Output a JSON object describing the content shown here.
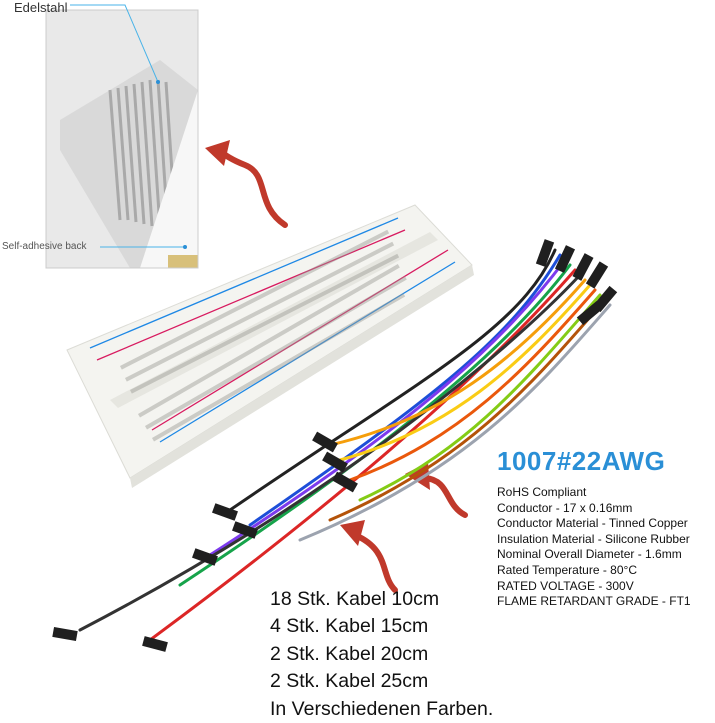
{
  "inset": {
    "label_top": "Edelstahl",
    "label_back": "Self-adhesive back"
  },
  "product_code": "1007#22AWG",
  "specs": [
    "RoHS Compliant",
    "Conductor - 17 x 0.16mm",
    "Conductor Material - Tinned Copper",
    "Insulation Material - Silicone Rubber",
    "Nominal Overall Diameter - 1.6mm",
    "Rated Temperature -  80°C",
    "RATED VOLTAGE  - 300V",
    "FLAME RETARDANT GRADE - FT1"
  ],
  "cables": [
    "18 Stk. Kabel 10cm",
    "4 Stk. Kabel 15cm",
    "2 Stk. Kabel 20cm",
    "2 Stk. Kabel 25cm",
    "In Verschiedenen Farben."
  ],
  "colors": {
    "accent_blue": "#2a8fd6",
    "arrow_red": "#c0392b",
    "rail_red": "#d81b60",
    "rail_blue": "#1e88e5",
    "board": "#f4f4f0"
  }
}
